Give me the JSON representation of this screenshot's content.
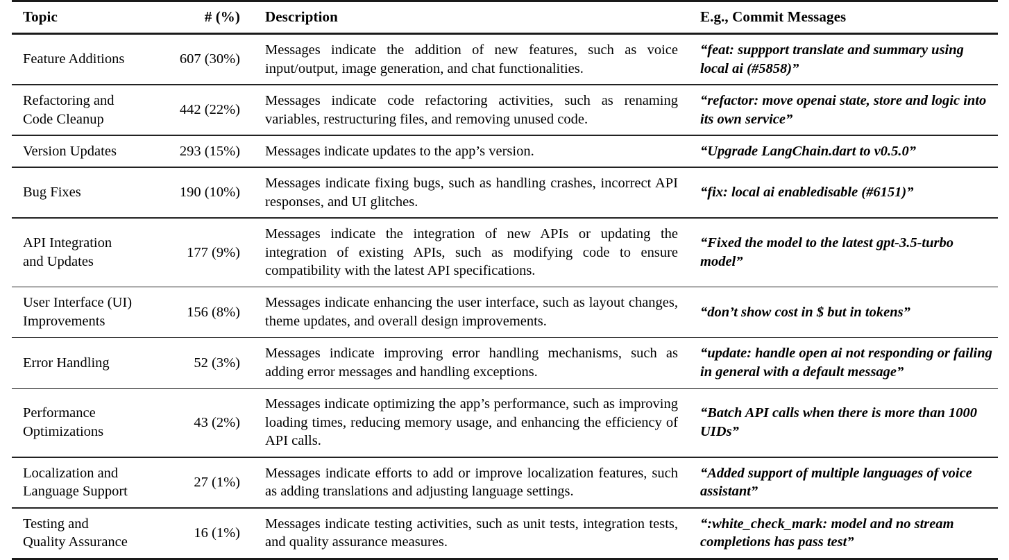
{
  "table": {
    "caption_present": false,
    "columns": [
      {
        "key": "topic",
        "header": "Topic",
        "align": "left"
      },
      {
        "key": "count",
        "header": "# (%)",
        "align": "right"
      },
      {
        "key": "description",
        "header": "Description",
        "align": "justify"
      },
      {
        "key": "example",
        "header": "E.g., Commit Messages",
        "align": "left"
      }
    ],
    "rows": [
      {
        "topic": "Feature Additions",
        "count": "607 (30%)",
        "description": "Messages indicate the addition of new features, such as voice input/output, image generation, and chat functionalities.",
        "example": "“feat: suppport translate and summary using local ai (#5858)”"
      },
      {
        "topic": "Refactoring and\nCode Cleanup",
        "count": "442 (22%)",
        "description": "Messages indicate code refactoring activities, such as renaming variables, restructuring files, and removing unused code.",
        "example": "“refactor: move openai state, store and logic into its own service”"
      },
      {
        "topic": "Version Updates",
        "count": "293 (15%)",
        "description": "Messages indicate updates to the app’s version.",
        "example": "“Upgrade LangChain.dart to v0.5.0”"
      },
      {
        "topic": "Bug Fixes",
        "count": "190 (10%)",
        "description": "Messages indicate fixing bugs, such as handling crashes, incorrect API responses, and UI glitches.",
        "example": "“fix: local ai enabledisable (#6151)”"
      },
      {
        "topic": "API Integration\nand Updates",
        "count": "177 (9%)",
        "description": "Messages indicate the integration of new APIs or updating the integration of existing APIs, such as modifying code to ensure compatibility with the latest API specifications.",
        "example": "“Fixed the model to the latest gpt-3.5-turbo model”"
      },
      {
        "topic": "User Interface (UI)\nImprovements",
        "count": "156 (8%)",
        "description": "Messages indicate enhancing the user interface, such as layout changes, theme updates, and overall design improvements.",
        "example": "“don’t show cost in $ but in tokens”"
      },
      {
        "topic": "Error Handling",
        "count": "52 (3%)",
        "description": "Messages indicate improving error handling mechanisms, such as adding error messages and handling exceptions.",
        "example": "“update: handle open ai not responding or failing in general with a default message”"
      },
      {
        "topic": "Performance\nOptimizations",
        "count": "43 (2%)",
        "description": "Messages indicate optimizing the app’s performance, such as improving loading times, reducing memory usage, and enhancing the efficiency of API calls.",
        "example": "“Batch API calls when there is more than 1000 UIDs”"
      },
      {
        "topic": "Localization and\nLanguage Support",
        "count": "27 (1%)",
        "description": "Messages indicate efforts to add or improve localization features, such as adding translations and adjusting language settings.",
        "example": "“Added support of multiple languages of voice assistant”"
      },
      {
        "topic": "Testing and\nQuality Assurance",
        "count": "16 (1%)",
        "description": "Messages indicate testing activities, such as unit tests, integration tests, and quality assurance measures.",
        "example": "“:white_check_mark: model and no stream completions has pass test”"
      }
    ]
  },
  "style": {
    "rule_color": "#1a1a1a",
    "text_color": "#000000",
    "background": "#ffffff"
  }
}
